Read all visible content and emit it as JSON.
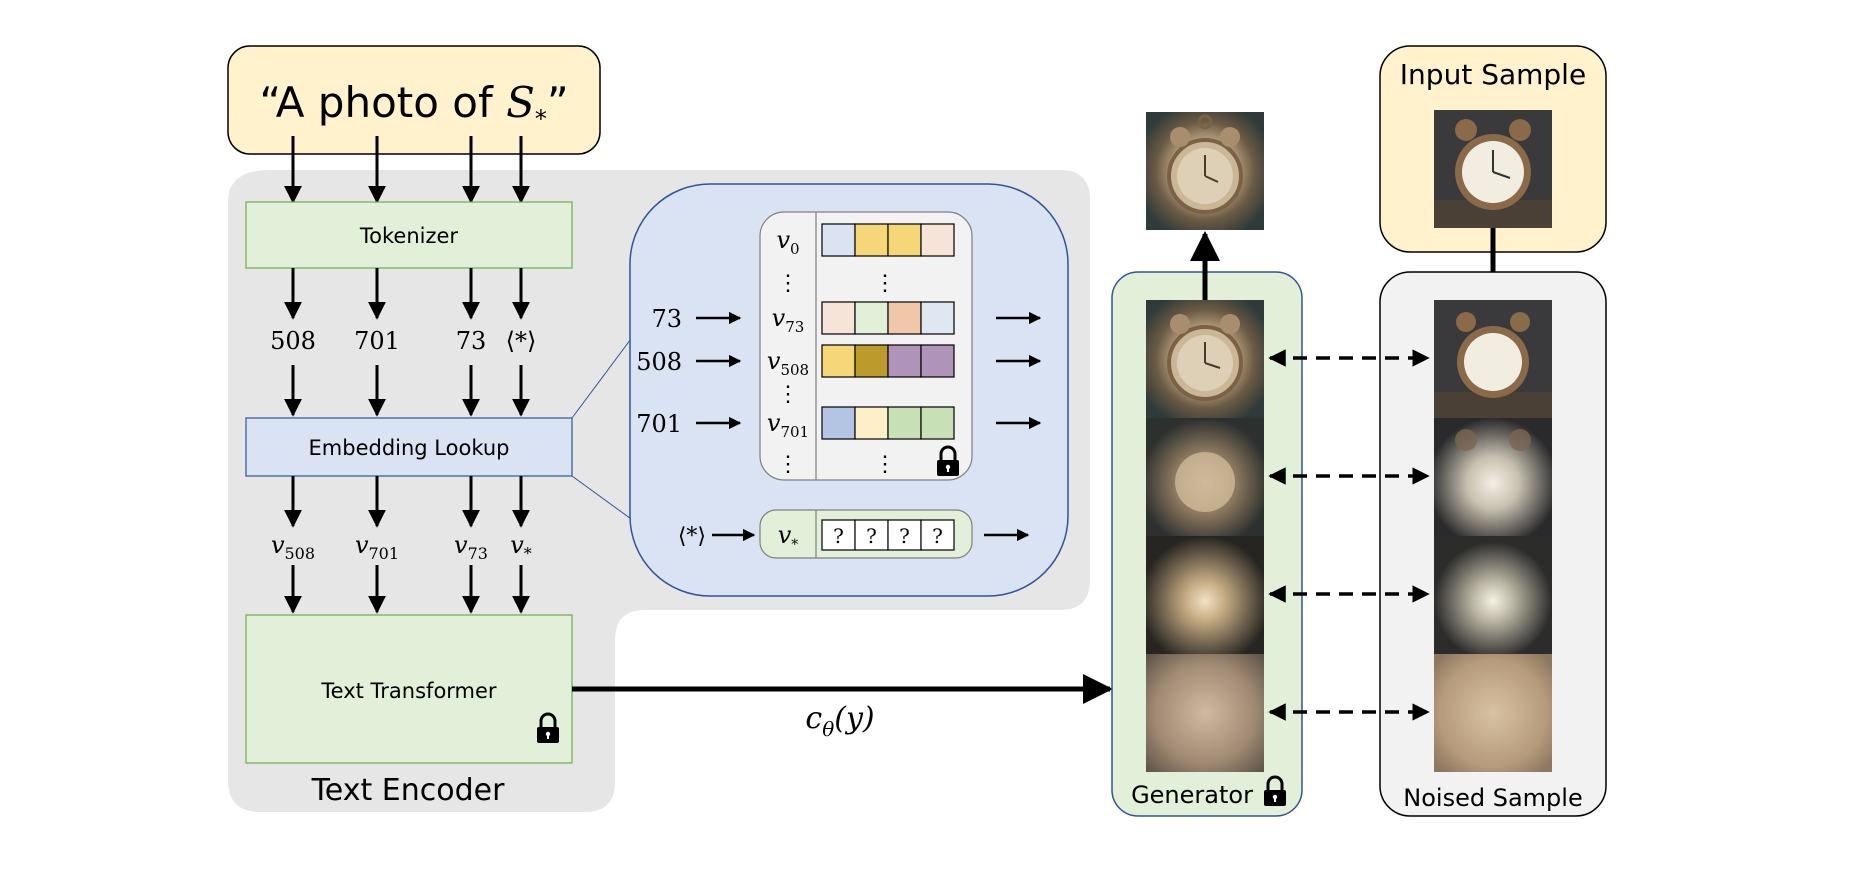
{
  "prompt": {
    "open_quote": "“",
    "text": "A photo of ",
    "symbol": "S",
    "subscript": "*",
    "close_quote": "”"
  },
  "text_encoder": {
    "label": "Text Encoder",
    "tokenizer_label": "Tokenizer",
    "embedding_label": "Embedding Lookup",
    "transformer_label": "Text Transformer",
    "token_ids": [
      "508",
      "701",
      "73",
      "⟨*⟩"
    ],
    "vectors": [
      {
        "base": "v",
        "sub": "508"
      },
      {
        "base": "v",
        "sub": "701"
      },
      {
        "base": "v",
        "sub": "73"
      },
      {
        "base": "v",
        "sub": "*"
      }
    ]
  },
  "embedding_table": {
    "rows": [
      {
        "input": "",
        "base": "v",
        "sub": "0",
        "colors": [
          "#dbe3f3",
          "#f5d77a",
          "#f5d77a",
          "#f7e4d9"
        ]
      },
      {
        "input": "73",
        "base": "v",
        "sub": "73",
        "colors": [
          "#f7e4d9",
          "#e2efd9",
          "#f0c7a8",
          "#dfe7f3"
        ]
      },
      {
        "input": "508",
        "base": "v",
        "sub": "508",
        "colors": [
          "#f5d77a",
          "#bc9a2c",
          "#b093b9",
          "#b093b9"
        ]
      },
      {
        "input": "701",
        "base": "v",
        "sub": "701",
        "colors": [
          "#b4c5e4",
          "#fdf0c9",
          "#c7e0b5",
          "#c7e0b5"
        ]
      }
    ],
    "ellipsis": "⋮",
    "star_row": {
      "input": "⟨*⟩",
      "base": "v",
      "sub": "*",
      "cells": [
        "?",
        "?",
        "?",
        "?"
      ]
    }
  },
  "conditioning": {
    "c": "c",
    "sub": "θ",
    "arg": "(y)"
  },
  "generator": {
    "label": "Generator"
  },
  "input_sample": {
    "label": "Input Sample"
  },
  "noised_sample": {
    "label": "Noised Sample"
  },
  "icons": [
    "lock-icon",
    "alarm-clock-photo"
  ],
  "colors": {
    "encoder_bg": "#e7e6e6",
    "green_box": "#e2efd9",
    "blue_box": "#dae3f3",
    "cream_box": "#fff2cc",
    "border_green": "#70ad47",
    "border_blue": "#2f5597"
  }
}
